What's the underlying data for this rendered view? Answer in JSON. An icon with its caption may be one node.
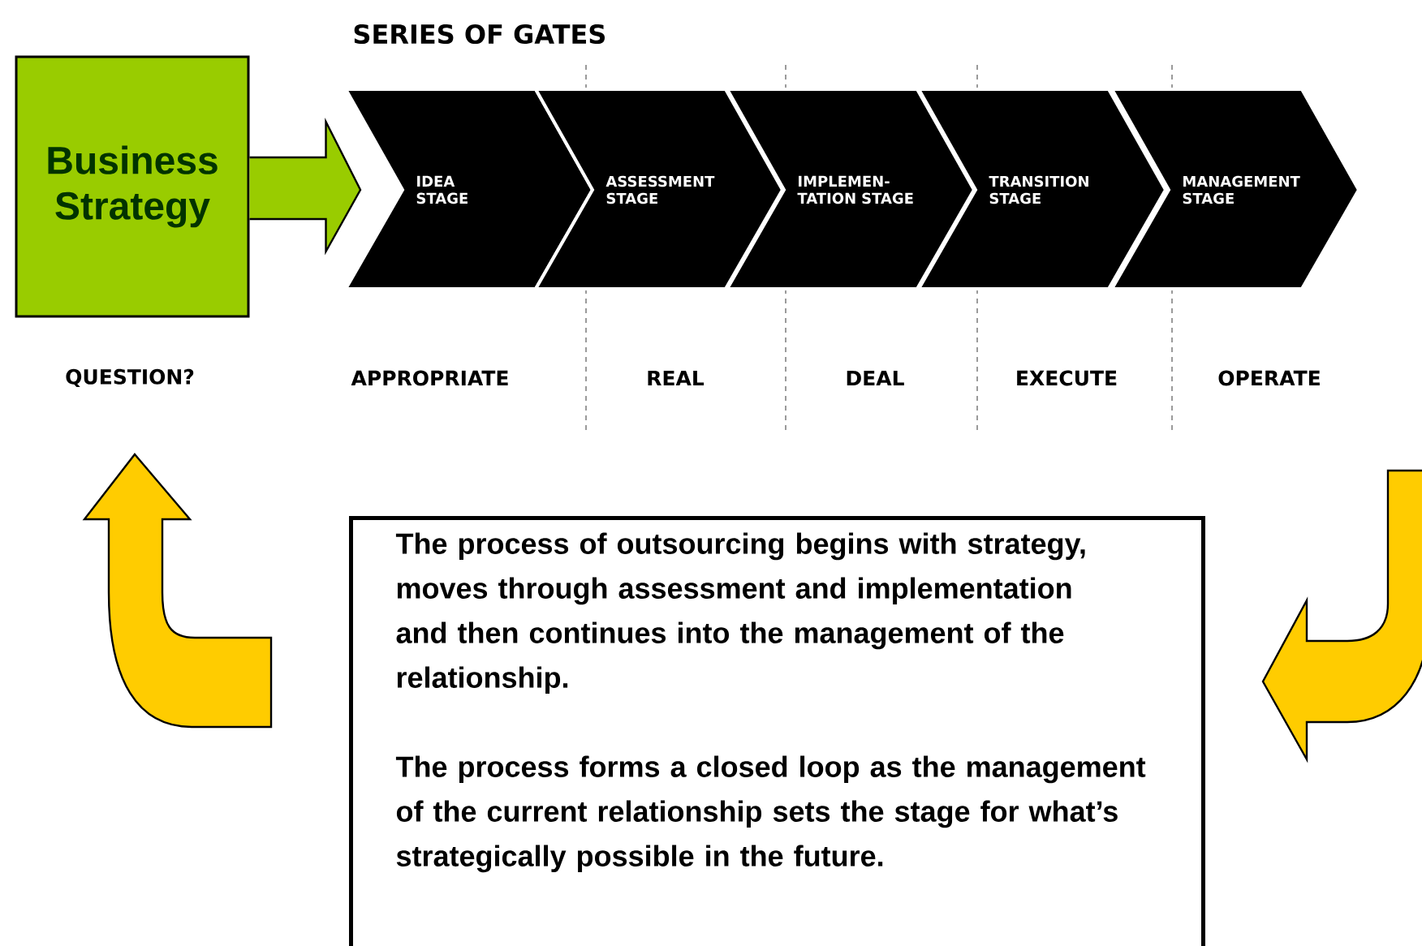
{
  "diagram": {
    "title": "SERIES OF GATES",
    "nodes": [
      {
        "text": [
          "Business Strategy"
        ],
        "beside": [
          "QUESTION?"
        ]
      },
      {
        "text": [
          "IDEA STAGE"
        ]
      },
      {
        "text": [
          "ASSESSMENT STAGE"
        ]
      },
      {
        "text": [
          "IMPLEMEN- TATION STAGE"
        ]
      },
      {
        "text": [
          "TRANSITION STAGE"
        ]
      },
      {
        "text": [
          "MANAGEMENT STAGE"
        ]
      },
      {
        "text": [
          "The process of outsourcing begins with strategy, moves through assessment and implementation and then continues into the management of the relationship.",
          "The process forms a closed loop as the management of the current relationship sets the stage for what’s strategically possible in the future."
        ]
      }
    ],
    "edges": [
      {
        "from": 0,
        "to": 1,
        "arrow": "to"
      }
    ],
    "labels": [
      "APPROPRIATE",
      "REAL",
      "DEAL",
      "EXECUTE",
      "OPERATE"
    ]
  }
}
